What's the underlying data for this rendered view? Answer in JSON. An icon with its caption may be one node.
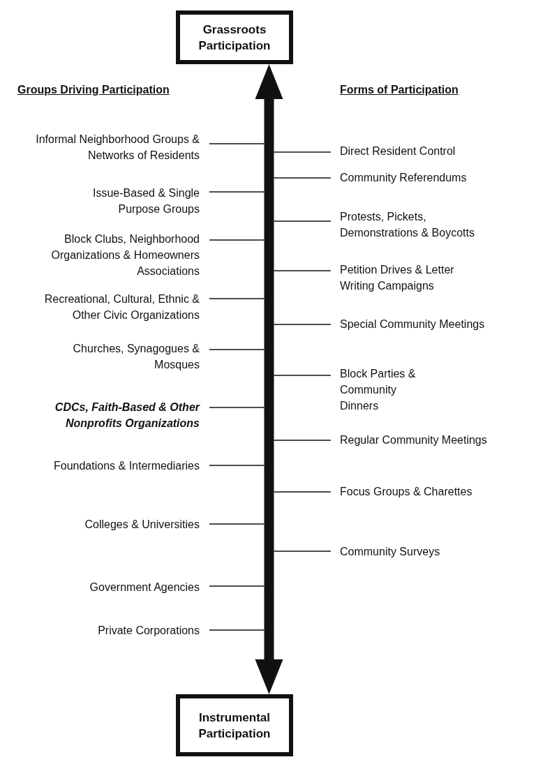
{
  "diagram": {
    "nodes": [
      {
        "text": [
          "Grassroots Participation"
        ]
      },
      {
        "text": [
          "Instrumental Participation"
        ]
      },
      {
        "text": [
          "Informal Neighborhood Groups & Networks of Residents"
        ]
      },
      {
        "text": [
          "Issue-Based & Single Purpose Groups"
        ]
      },
      {
        "text": [
          "Block Clubs, Neighborhood Organizations & Homeowners Associations"
        ]
      },
      {
        "text": [
          "Recreational, Cultural, Ethnic & Other Civic Organizations"
        ]
      },
      {
        "text": [
          "Churches, Synagogues & Mosques"
        ]
      },
      {
        "text": [
          "CDCs, Faith-Based & Other Nonprofits Organizations"
        ]
      },
      {
        "text": [
          "Foundations & Intermediaries"
        ]
      },
      {
        "text": [
          "Colleges & Universities"
        ]
      },
      {
        "text": [
          "Government Agencies"
        ]
      },
      {
        "text": [
          "Private Corporations"
        ]
      },
      {
        "text": [
          "Direct Resident Control"
        ]
      },
      {
        "text": [
          "Community Referendums"
        ]
      },
      {
        "text": [
          "Protests, Pickets, Demonstrations & Boycotts"
        ]
      },
      {
        "text": [
          "Petition Drives & Letter Writing Campaigns"
        ]
      },
      {
        "text": [
          "Special Community Meetings"
        ]
      },
      {
        "text": [
          "Block Parties & Community Dinners"
        ]
      },
      {
        "text": [
          "Regular Community Meetings"
        ]
      },
      {
        "text": [
          "Focus Groups & Charettes"
        ]
      },
      {
        "text": [
          "Community Surveys"
        ]
      }
    ],
    "edges": [
      {
        "from": 0,
        "to": 1,
        "arrow": "both",
        "style": "thick"
      },
      {
        "from": 2,
        "to": null,
        "arrow": "none"
      },
      {
        "from": 3,
        "to": null,
        "arrow": "none"
      },
      {
        "from": 4,
        "to": null,
        "arrow": "none"
      },
      {
        "from": 5,
        "to": null,
        "arrow": "none"
      },
      {
        "from": 6,
        "to": null,
        "arrow": "none"
      },
      {
        "from": 7,
        "to": null,
        "arrow": "none"
      },
      {
        "from": 8,
        "to": null,
        "arrow": "none"
      },
      {
        "from": 9,
        "to": null,
        "arrow": "none"
      },
      {
        "from": 10,
        "to": null,
        "arrow": "none"
      },
      {
        "from": 11,
        "to": null,
        "arrow": "none"
      },
      {
        "from": 12,
        "to": null,
        "arrow": "none"
      },
      {
        "from": 13,
        "to": null,
        "arrow": "none"
      },
      {
        "from": 14,
        "to": null,
        "arrow": "none"
      },
      {
        "from": 15,
        "to": null,
        "arrow": "none"
      },
      {
        "from": 16,
        "to": null,
        "arrow": "none"
      },
      {
        "from": 17,
        "to": null,
        "arrow": "none"
      },
      {
        "from": 18,
        "to": null,
        "arrow": "none"
      },
      {
        "from": 19,
        "to": null,
        "arrow": "none"
      },
      {
        "from": 20,
        "to": null,
        "arrow": "none"
      }
    ],
    "labels": [
      "Groups Driving Participation",
      "Forms of Participation"
    ]
  }
}
